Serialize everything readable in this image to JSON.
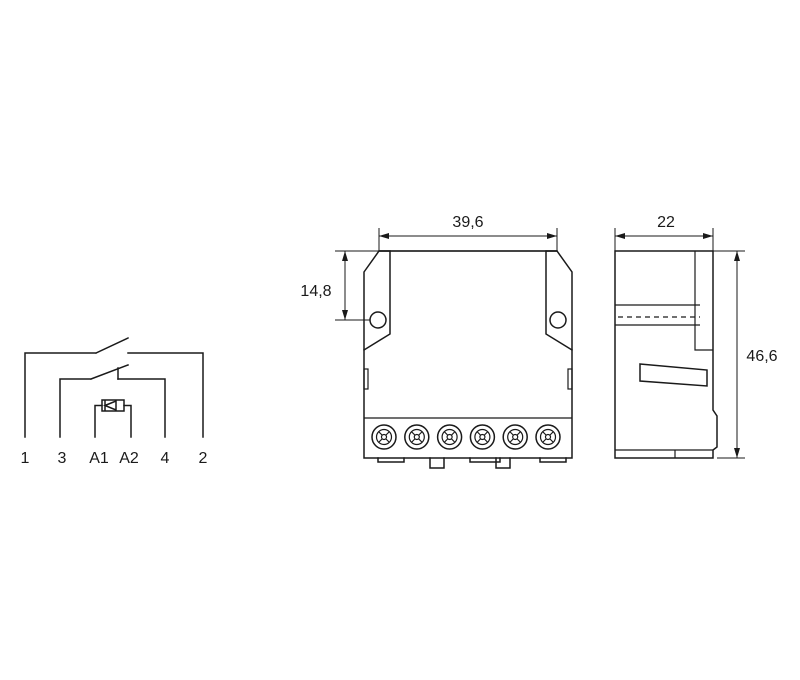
{
  "schematic": {
    "terminals": [
      "1",
      "3",
      "A1",
      "A2",
      "4",
      "2"
    ]
  },
  "front_view": {
    "width_dim": "39,6",
    "mount_hole_dim": "14,8",
    "terminal_screw_count": 6
  },
  "side_view": {
    "depth_dim": "22",
    "height_dim": "46,6"
  }
}
